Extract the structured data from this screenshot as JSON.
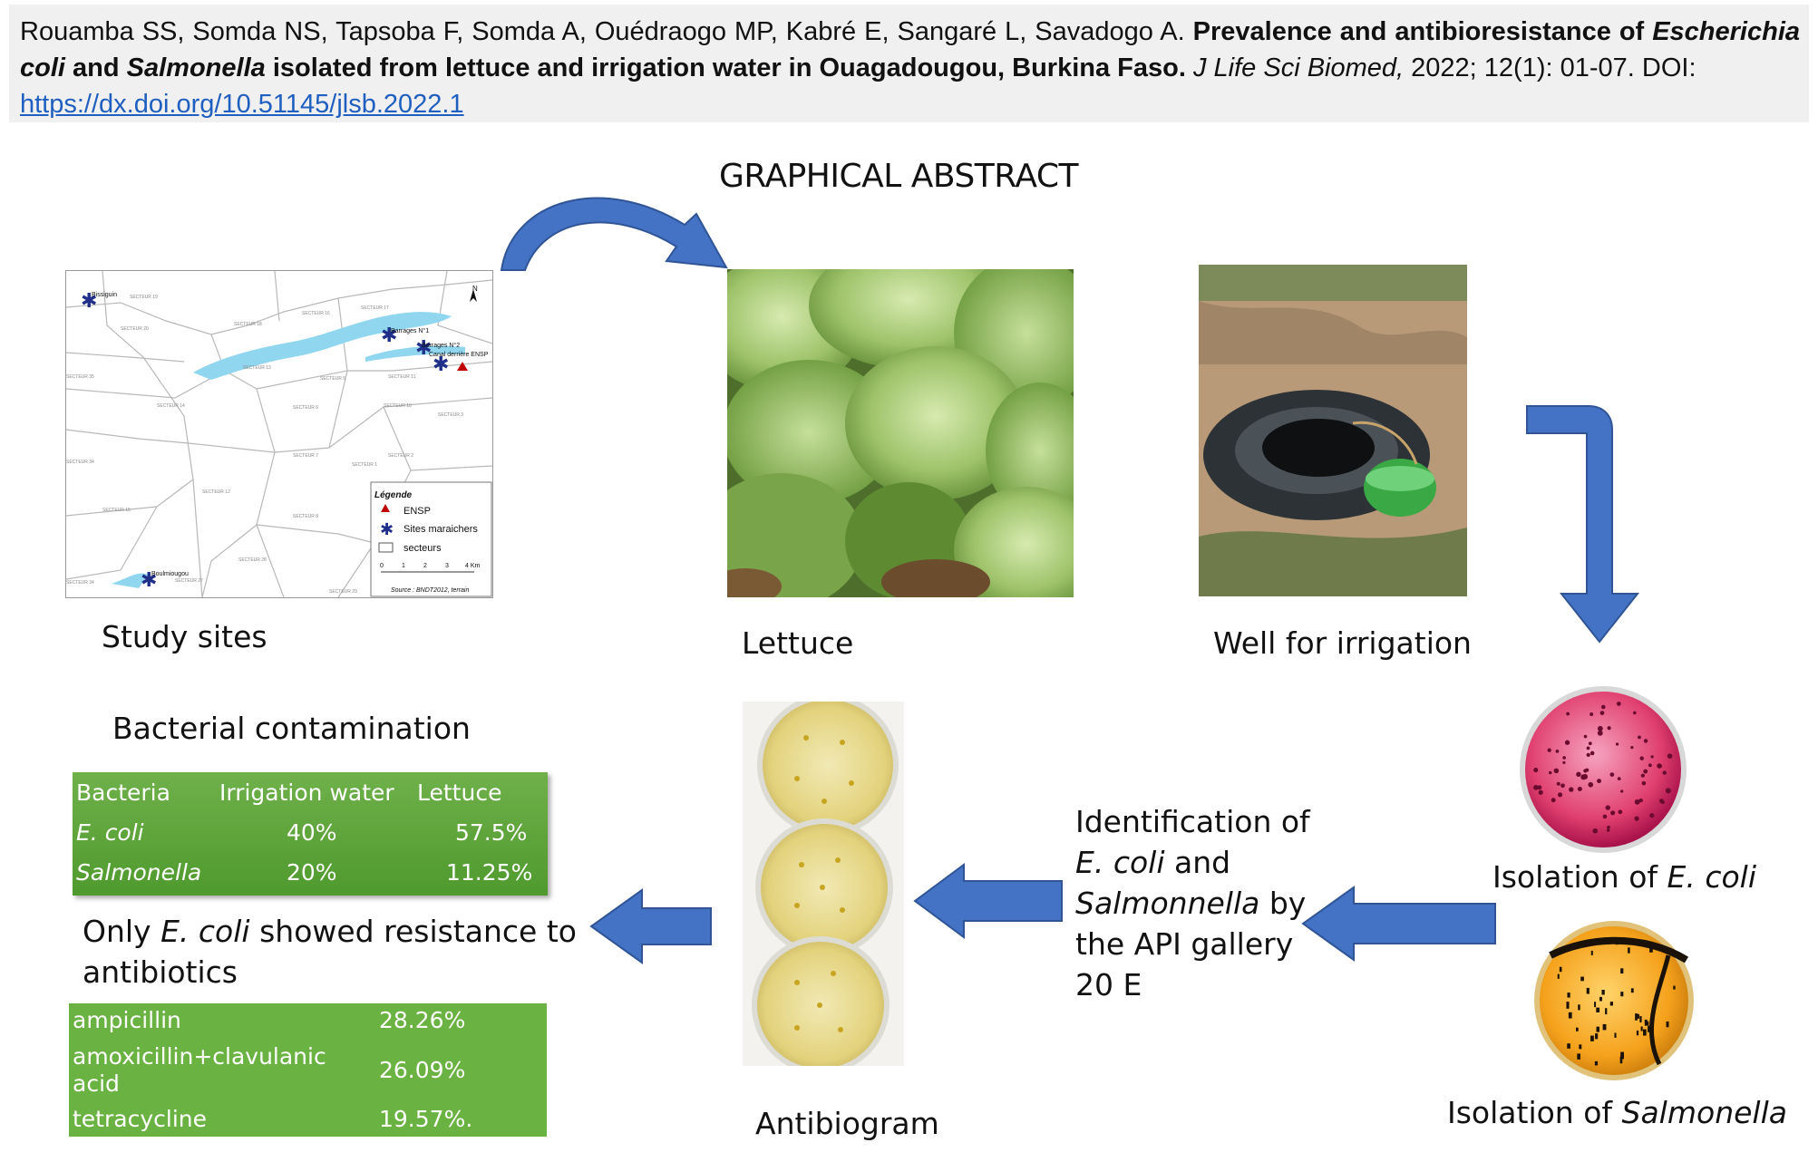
{
  "citation": {
    "authors": "Rouamba SS, Somda NS, Tapsoba F, Somda A, Ouédraogo MP, Kabré E, Sangaré L, Savadogo A.",
    "title_part1": "Prevalence and antibioresistance of",
    "title_genus1": "Escherichia coli",
    "title_and": "and",
    "title_genus2": "Salmonella",
    "title_part2": "isolated from lettuce and irrigation water in Ouagadougou, Burkina Faso.",
    "journal": "J Life Sci Biomed,",
    "issue": "2022; 12(1): 01-07. DOI:",
    "doi_link": "https://dx.doi.org/10.51145/jlsb.2022.1"
  },
  "heading": "GRAPHICAL ABSTRACT",
  "labels": {
    "study_sites": "Study sites",
    "lettuce": "Lettuce",
    "well": "Well for irrigation",
    "antibiogram": "Antibiogram",
    "bacterial_contamination": "Bacterial contamination",
    "isolation_ecoli_prefix": "Isolation of ",
    "isolation_ecoli_italic": "E. coli",
    "isolation_salm_prefix": "Isolation of ",
    "isolation_salm_italic": "Salmonella",
    "identification_line1": "Identification of",
    "identification_ecoli": "E. coli",
    "identification_and": " and",
    "identification_salm": "Salmonnella",
    "identification_by": " by",
    "identification_line4": "the API gallery",
    "identification_line5": "20 E",
    "resistance_prefix": "Only ",
    "resistance_italic": "E. coli",
    "resistance_suffix": " showed resistance to",
    "resistance_line2": "antibiotics"
  },
  "map": {
    "legend_title": "Légende",
    "legend_items": [
      "ENSP",
      "Sites maraichers",
      "secteurs"
    ],
    "place_labels": [
      "Bissiguin",
      "Barrages N°1",
      "Barrages N°2",
      "Canal derrière ENSP",
      "Boulmiougou"
    ],
    "source": "Source : BNDT2012, terrain",
    "scale": [
      "0",
      "1",
      "2",
      "3",
      "4 Km"
    ],
    "north": "N"
  },
  "contamination_table": {
    "headers": [
      "Bacteria",
      "Irrigation water",
      "Lettuce"
    ],
    "rows": [
      {
        "bacteria": "E. coli",
        "water": "40%",
        "lettuce": "57.5%"
      },
      {
        "bacteria": "Salmonella",
        "water": "20%",
        "lettuce": "11.25%"
      }
    ]
  },
  "resistance_table": {
    "rows": [
      {
        "antibiotic": "ampicillin",
        "value": "28.26%"
      },
      {
        "antibiotic": "amoxicillin+clavulanic acid",
        "value": "26.09%"
      },
      {
        "antibiotic": "tetracycline",
        "value": "19.57%."
      }
    ]
  },
  "colors": {
    "arrow": "#4472c4",
    "arrow_dark": "#2f5597",
    "table_green": "#6ab241",
    "water": "#8fd6ee",
    "link": "#1f5fbf"
  }
}
